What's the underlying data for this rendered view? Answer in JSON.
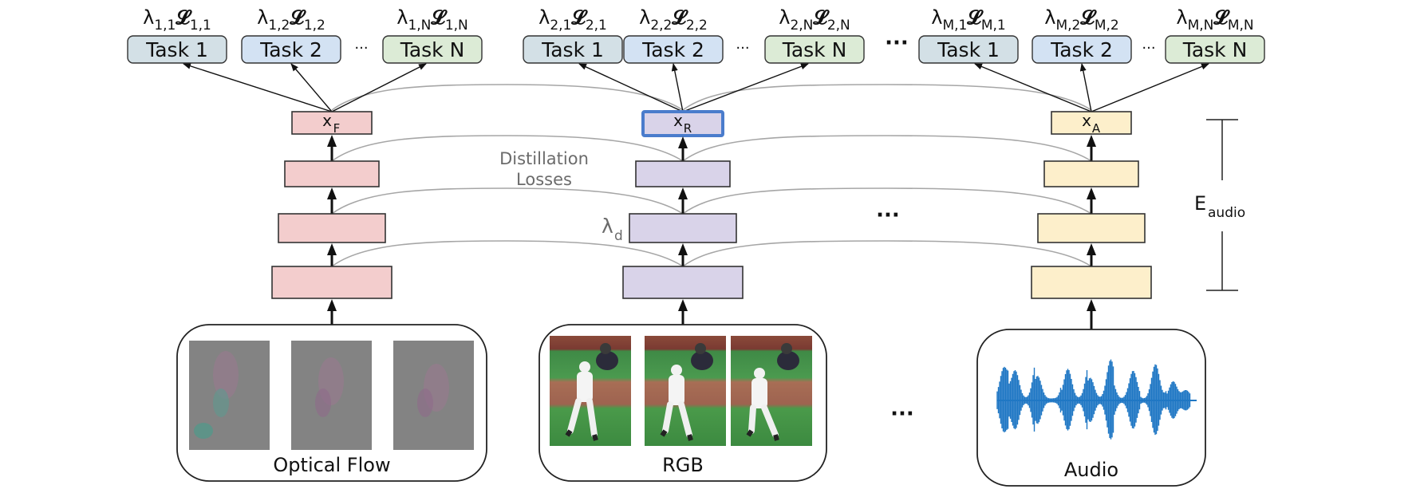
{
  "figure": {
    "streams": [
      {
        "id": "optical_flow",
        "caption": "Optical Flow",
        "feature_label": "x",
        "feature_sub": "F",
        "color": "#f3cdcd",
        "highlighted": false,
        "tasks": [
          {
            "label": "Task 1",
            "loss": "λ",
            "loss_sub_lambda": "1,1",
            "loss_L": "𝓛",
            "loss_sub_L": "1,1",
            "color": "#d3e0e6"
          },
          {
            "label": "Task 2",
            "loss": "λ",
            "loss_sub_lambda": "1,2",
            "loss_L": "𝓛",
            "loss_sub_L": "1,2",
            "color": "#d3e2f3"
          },
          {
            "label": "Task N",
            "loss": "λ",
            "loss_sub_lambda": "1,N",
            "loss_L": "𝓛",
            "loss_sub_L": "1,N",
            "color": "#dcebd6"
          }
        ]
      },
      {
        "id": "rgb",
        "caption": "RGB",
        "feature_label": "x",
        "feature_sub": "R",
        "color": "#d9d3e9",
        "highlighted": true,
        "tasks": [
          {
            "label": "Task 1",
            "loss": "λ",
            "loss_sub_lambda": "2,1",
            "loss_L": "𝓛",
            "loss_sub_L": "2,1",
            "color": "#d3e0e6"
          },
          {
            "label": "Task 2",
            "loss": "λ",
            "loss_sub_lambda": "2,2",
            "loss_L": "𝓛",
            "loss_sub_L": "2,2",
            "color": "#d3e2f3"
          },
          {
            "label": "Task N",
            "loss": "λ",
            "loss_sub_lambda": "2,N",
            "loss_L": "𝓛",
            "loss_sub_L": "2,N",
            "color": "#dcebd6"
          }
        ]
      },
      {
        "id": "audio",
        "caption": "Audio",
        "feature_label": "x",
        "feature_sub": "A",
        "color": "#fdefcb",
        "highlighted": false,
        "tasks": [
          {
            "label": "Task 1",
            "loss": "λ",
            "loss_sub_lambda": "M,1",
            "loss_L": "𝓛",
            "loss_sub_L": "M,1",
            "color": "#d3e0e6"
          },
          {
            "label": "Task 2",
            "loss": "λ",
            "loss_sub_lambda": "M,2",
            "loss_L": "𝓛",
            "loss_sub_L": "M,2",
            "color": "#d3e2f3"
          },
          {
            "label": "Task N",
            "loss": "λ",
            "loss_sub_lambda": "M,N",
            "loss_L": "𝓛",
            "loss_sub_L": "M,N",
            "color": "#dcebd6"
          }
        ]
      }
    ],
    "distillation_label_line1": "Distillation",
    "distillation_label_line2": "Losses",
    "lambda_d": "λ",
    "lambda_d_sub": "d",
    "encoder_label": "E",
    "encoder_sub": "audio",
    "ellipsis_small": "···",
    "ellipsis_large": "···",
    "highlight_color": "#4a7ccc",
    "arc_color": "#a6a6a6",
    "waveform_color": "#1f77c4"
  }
}
